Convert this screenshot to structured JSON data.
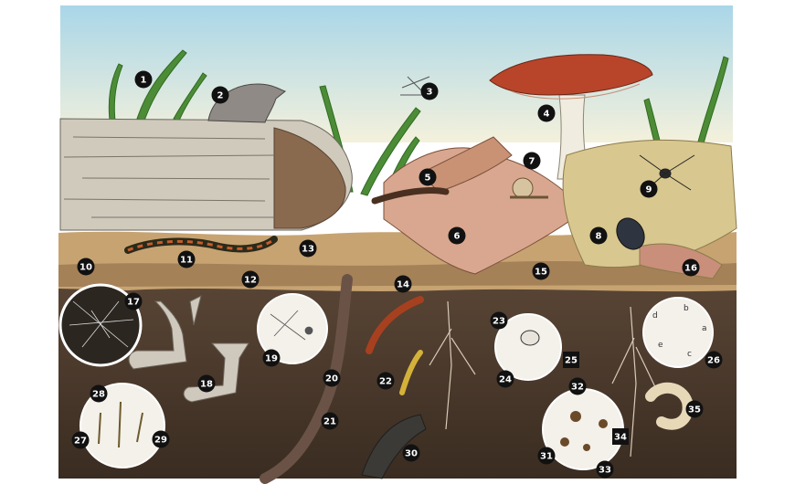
{
  "labels": [
    "1",
    "2",
    "3",
    "4",
    "5",
    "6",
    "7",
    "8",
    "9",
    "10",
    "11",
    "12",
    "13",
    "14",
    "15",
    "16",
    "17",
    "18",
    "19",
    "20",
    "21",
    "22",
    "23",
    "24",
    "25",
    "26",
    "27",
    "28",
    "29",
    "30",
    "31",
    "32",
    "33",
    "34",
    "35"
  ],
  "inset_letters": [
    "a",
    "b",
    "c",
    "d",
    "e"
  ],
  "colors": {
    "sky": "#cfe6ee",
    "soil": "#4a3a2c",
    "litter": "#c9a57c",
    "fern": "#3f7a2e",
    "mushroom_cap": "#b8452a"
  }
}
